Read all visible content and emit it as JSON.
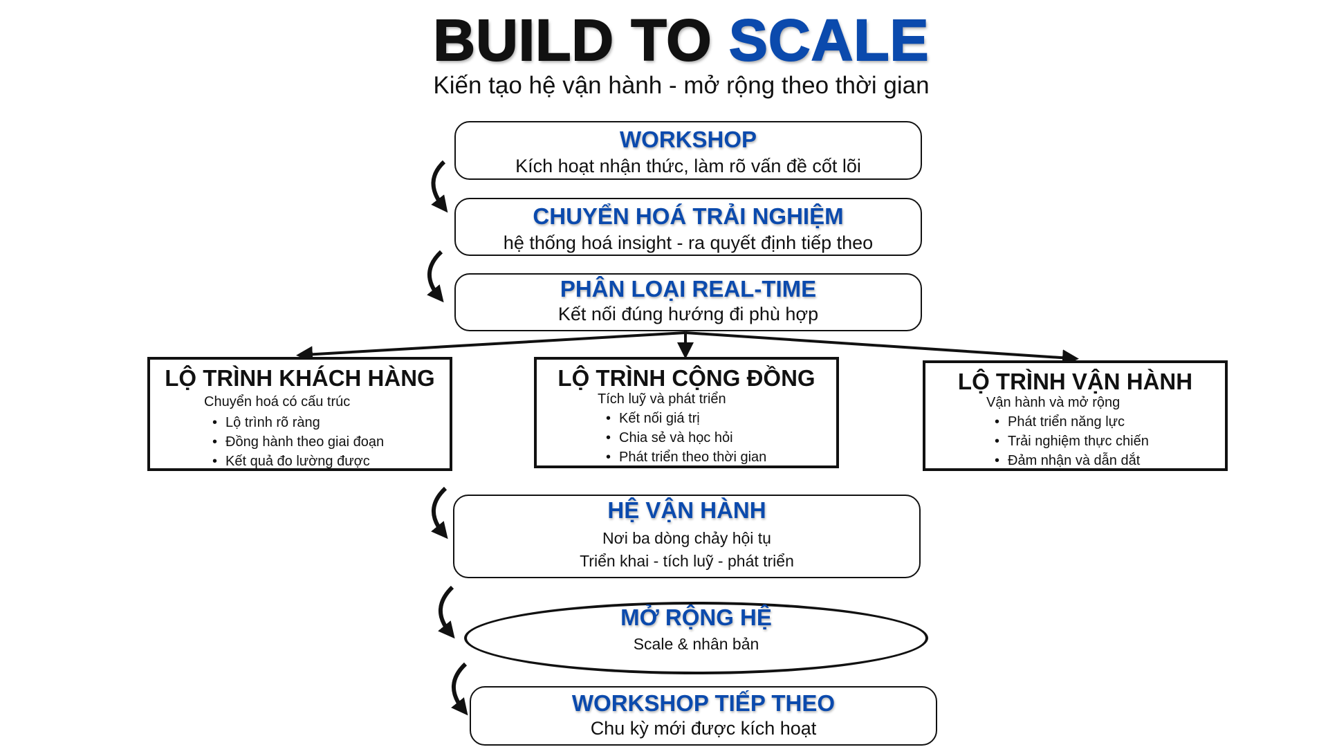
{
  "header": {
    "title_part1": "BUILD TO",
    "title_part2": "SCALE",
    "subtitle": "Kiến tạo hệ vận hành - mở rộng theo thời gian"
  },
  "steps": [
    {
      "title": "WORKSHOP",
      "desc": "Kích hoạt nhận thức, làm rõ vấn đề cốt lõi"
    },
    {
      "title": "CHUYỂN HOÁ TRẢI NGHIỆM",
      "desc": "hệ thống hoá insight - ra quyết định tiếp theo"
    },
    {
      "title": "PHÂN LOẠI REAL-TIME",
      "desc": "Kết nối đúng hướng đi phù hợp"
    }
  ],
  "tracks": [
    {
      "title": "LỘ TRÌNH KHÁCH HÀNG",
      "subtitle": "Chuyển hoá có cấu trúc",
      "items": [
        "Lộ trình rõ ràng",
        "Đồng hành theo giai đoạn",
        "Kết quả đo lường được"
      ]
    },
    {
      "title": "LỘ TRÌNH CỘNG ĐỒNG",
      "subtitle": "Tích luỹ và phát triển",
      "items": [
        "Kết nối giá trị",
        "Chia sẻ và học hỏi",
        "Phát triển theo thời gian"
      ]
    },
    {
      "title": "LỘ TRÌNH VẬN HÀNH",
      "subtitle": "Vận hành và mở rộng",
      "items": [
        "Phát triển năng lực",
        "Trải nghiệm thực chiến",
        "Đảm nhận và dẫn dắt"
      ]
    }
  ],
  "system": {
    "title": "HỆ VẬN HÀNH",
    "line1": "Nơi ba dòng chảy hội tụ",
    "line2": "Triển khai - tích luỹ - phát triển"
  },
  "scale": {
    "title": "MỞ RỘNG HỆ",
    "desc": "Scale & nhân bản"
  },
  "next": {
    "title": "WORKSHOP TIẾP THEO",
    "desc": "Chu kỳ mới được kích hoạt"
  },
  "colors": {
    "accent": "#0b4aad",
    "ink": "#111111"
  }
}
